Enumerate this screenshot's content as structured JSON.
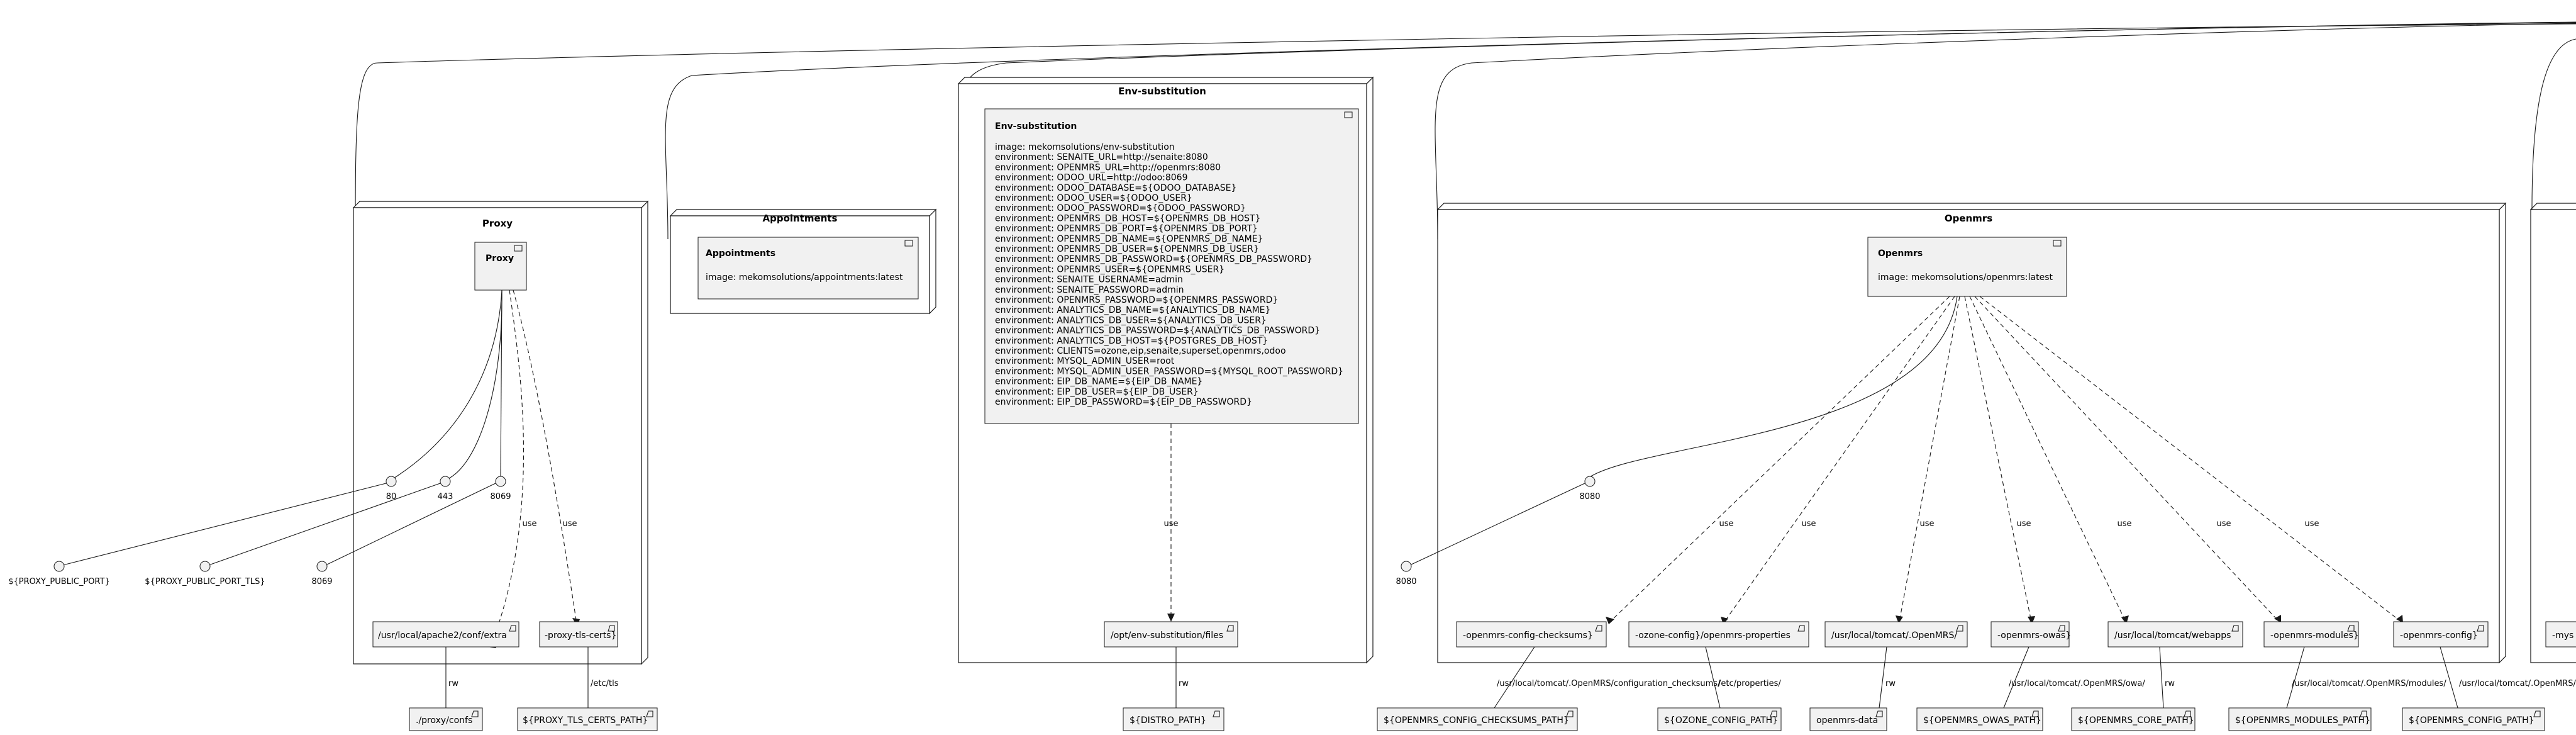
{
  "nodes": {
    "proxy": {
      "title": "Proxy",
      "component": "Proxy",
      "ports": [
        "80",
        "443",
        "8069"
      ],
      "artifacts": [
        "/usr/local/apache2/conf/extra",
        "-proxy-tls-certs}"
      ],
      "ext_ports": [
        "${PROXY_PUBLIC_PORT}",
        "${PROXY_PUBLIC_PORT_TLS}",
        "8069"
      ],
      "ext_artifacts": [
        "./proxy/confs",
        "${PROXY_TLS_CERTS_PATH}"
      ],
      "mount_labels": [
        "rw",
        "/etc/tls"
      ]
    },
    "appointments": {
      "title": "Appointments",
      "component": "Appointments",
      "image": "image: mekomsolutions/appointments:latest"
    },
    "env": {
      "title": "Env-substitution",
      "component": "Env-substitution",
      "lines": [
        "image: mekomsolutions/env-substitution",
        "environment: SENAITE_URL=http://senaite:8080",
        "environment: OPENMRS_URL=http://openmrs:8080",
        "environment: ODOO_URL=http://odoo:8069",
        "environment: ODOO_DATABASE=${ODOO_DATABASE}",
        "environment: ODOO_USER=${ODOO_USER}",
        "environment: ODOO_PASSWORD=${ODOO_PASSWORD}",
        "environment: OPENMRS_DB_HOST=${OPENMRS_DB_HOST}",
        "environment: OPENMRS_DB_PORT=${OPENMRS_DB_PORT}",
        "environment: OPENMRS_DB_NAME=${OPENMRS_DB_NAME}",
        "environment: OPENMRS_DB_USER=${OPENMRS_DB_USER}",
        "environment: OPENMRS_DB_PASSWORD=${OPENMRS_DB_PASSWORD}",
        "environment: OPENMRS_USER=${OPENMRS_USER}",
        "environment: SENAITE_USERNAME=admin",
        "environment: SENAITE_PASSWORD=admin",
        "environment: OPENMRS_PASSWORD=${OPENMRS_PASSWORD}",
        "environment: ANALYTICS_DB_NAME=${ANALYTICS_DB_NAME}",
        "environment: ANALYTICS_DB_USER=${ANALYTICS_DB_USER}",
        "environment: ANALYTICS_DB_PASSWORD=${ANALYTICS_DB_PASSWORD}",
        "environment: ANALYTICS_DB_HOST=${POSTGRES_DB_HOST}",
        "environment: CLIENTS=ozone,eip,senaite,superset,openmrs,odoo",
        "environment: MYSQL_ADMIN_USER=root",
        "environment: MYSQL_ADMIN_USER_PASSWORD=${MYSQL_ROOT_PASSWORD}",
        "environment: EIP_DB_NAME=${EIP_DB_NAME}",
        "environment: EIP_DB_USER=${EIP_DB_USER}",
        "environment: EIP_DB_PASSWORD=${EIP_DB_PASSWORD}"
      ],
      "artifact": "/opt/env-substitution/files",
      "ext_artifact": "${DISTRO_PATH}",
      "mount_label": "rw"
    },
    "openmrs": {
      "title": "Openmrs",
      "component": "Openmrs",
      "image": "image: mekomsolutions/openmrs:latest",
      "port": "8080",
      "ext_port": "8080",
      "artifacts": [
        "-openmrs-config-checksums}",
        "-ozone-config}/openmrs-properties",
        "/usr/local/tomcat/.OpenMRS/",
        "-openmrs-owas}",
        "/usr/local/tomcat/webapps",
        "-openmrs-modules}",
        "-openmrs-config}"
      ],
      "ext_artifacts": [
        "${OPENMRS_CONFIG_CHECKSUMS_PATH}",
        "${OZONE_CONFIG_PATH}",
        "openmrs-data",
        "${OPENMRS_OWAS_PATH}",
        "${OPENMRS_CORE_PATH}",
        "${OPENMRS_MODULES_PATH}",
        "${OPENMRS_CONFIG_PATH}"
      ],
      "mount_labels": [
        "/usr/local/tomcat/.OpenMRS/configuration_checksums/",
        "/etc/properties/",
        "rw",
        "/usr/local/tomcat/.OpenMRS/owa/",
        "rw",
        "/usr/local/tomcat/.OpenMRS/modules/",
        "/usr/local/tomcat/.OpenMRS/"
      ]
    },
    "cut": {
      "artifact": "-mys"
    }
  },
  "edge_labels": {
    "use": "use"
  }
}
